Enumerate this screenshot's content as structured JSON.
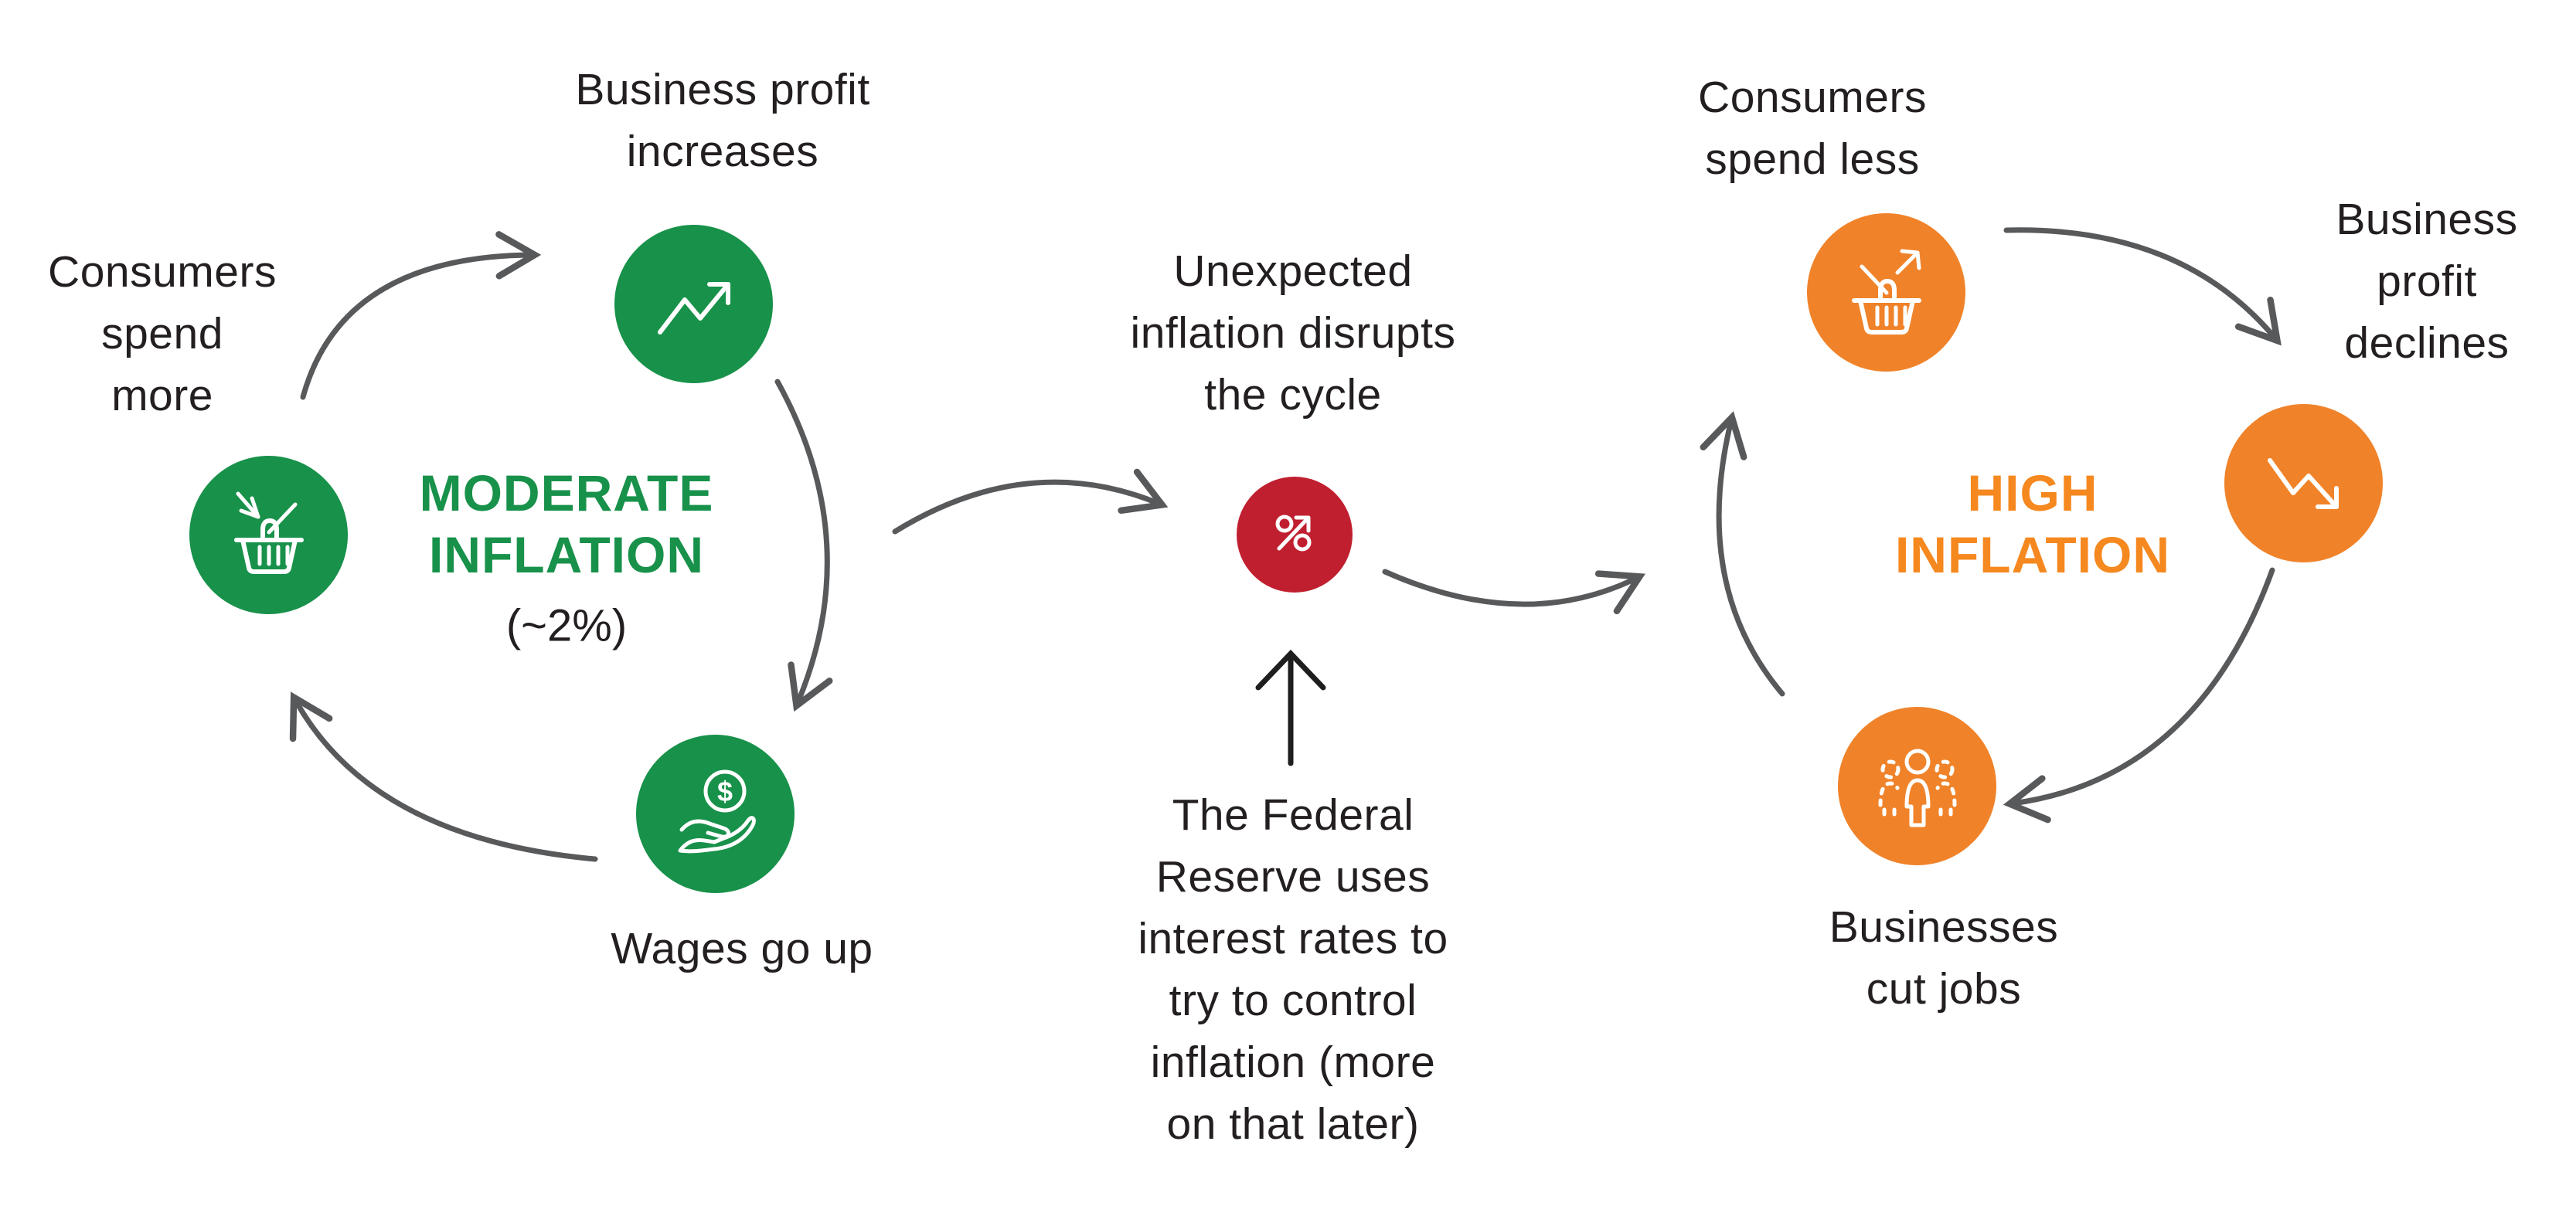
{
  "theme": {
    "green": "#18914A",
    "orange": "#F0832A",
    "red": "#C01F2F",
    "arrow": "#58595B",
    "ink": "#231F20",
    "green_text": "#18914A",
    "orange_text": "#F5881F",
    "bg": "#FFFFFF"
  },
  "moderate_cycle": {
    "title": "MODERATE\nINFLATION",
    "subtitle": "(~2%)",
    "nodes": {
      "spend_more": {
        "label": "Consumers\nspend\nmore",
        "icon": "basket-arrow-in-icon"
      },
      "profit_increases": {
        "label": "Business profit\nincreases",
        "icon": "chart-up-icon"
      },
      "wages": {
        "label": "Wages go up",
        "icon": "hand-dollar-icon"
      }
    }
  },
  "disruption": {
    "label": "Unexpected\ninflation disrupts\nthe cycle",
    "icon": "percent-arrow-icon",
    "note": "The Federal\nReserve uses\ninterest rates to\ntry to control\ninflation (more\non that later)"
  },
  "high_cycle": {
    "title": "HIGH\nINFLATION",
    "nodes": {
      "spend_less": {
        "label": "Consumers\nspend less",
        "icon": "basket-arrow-out-icon"
      },
      "profit_declines": {
        "label": "Business\nprofit\ndeclines",
        "icon": "chart-down-icon"
      },
      "cut_jobs": {
        "label": "Businesses\ncut jobs",
        "icon": "people-cut-icon"
      }
    }
  }
}
